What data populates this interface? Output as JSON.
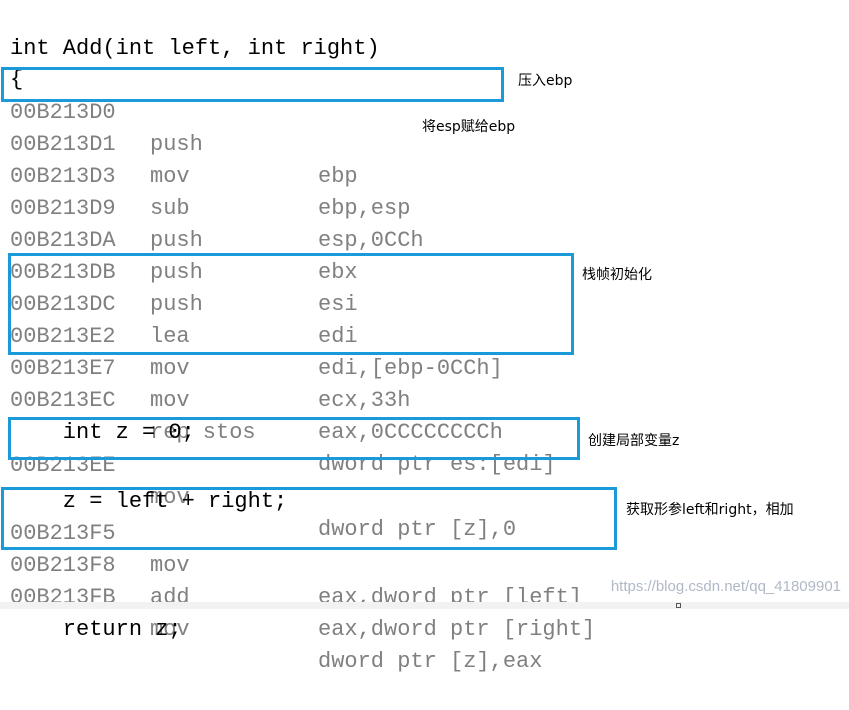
{
  "source": {
    "signature": "int Add(int left, int right)",
    "brace": "{",
    "stmt_z_decl": "    int z = 0;",
    "stmt_z_assign": "    z = left + right;",
    "stmt_return": "    return z;"
  },
  "asm": [
    {
      "addr": "00B213D0",
      "op": "push",
      "arg": "ebp"
    },
    {
      "addr": "00B213D1",
      "op": "mov",
      "arg": "ebp,esp"
    },
    {
      "addr": "00B213D3",
      "op": "sub",
      "arg": "esp,0CCh"
    },
    {
      "addr": "00B213D9",
      "op": "push",
      "arg": "ebx"
    },
    {
      "addr": "00B213DA",
      "op": "push",
      "arg": "esi"
    },
    {
      "addr": "00B213DB",
      "op": "push",
      "arg": "edi"
    },
    {
      "addr": "00B213DC",
      "op": "lea",
      "arg": "edi,[ebp-0CCh]"
    },
    {
      "addr": "00B213E2",
      "op": "mov",
      "arg": "ecx,33h"
    },
    {
      "addr": "00B213E7",
      "op": "mov",
      "arg": "eax,0CCCCCCCCh"
    },
    {
      "addr": "00B213EC",
      "op": "rep stos",
      "arg": "dword ptr es:[edi]"
    },
    {
      "addr": "00B213EE",
      "op": "mov",
      "arg": "dword ptr [z],0"
    },
    {
      "addr": "00B213F5",
      "op": "mov",
      "arg": "eax,dword ptr [left]"
    },
    {
      "addr": "00B213F8",
      "op": "add",
      "arg": "eax,dword ptr [right]"
    },
    {
      "addr": "00B213FB",
      "op": "mov",
      "arg": "dword ptr [z],eax"
    }
  ],
  "notes": {
    "push_ebp": "压入ebp",
    "mov_ebp_esp": "将esp赋给ebp",
    "frame_init": "栈帧初始化",
    "create_z": "创建局部变量z",
    "fetch_params": "获取形参left和right，相加"
  },
  "watermark": "https://blog.csdn.net/qq_41809901",
  "colors": {
    "box": "#1a9ad9",
    "asm_text": "#808080",
    "source_text": "#000000"
  }
}
